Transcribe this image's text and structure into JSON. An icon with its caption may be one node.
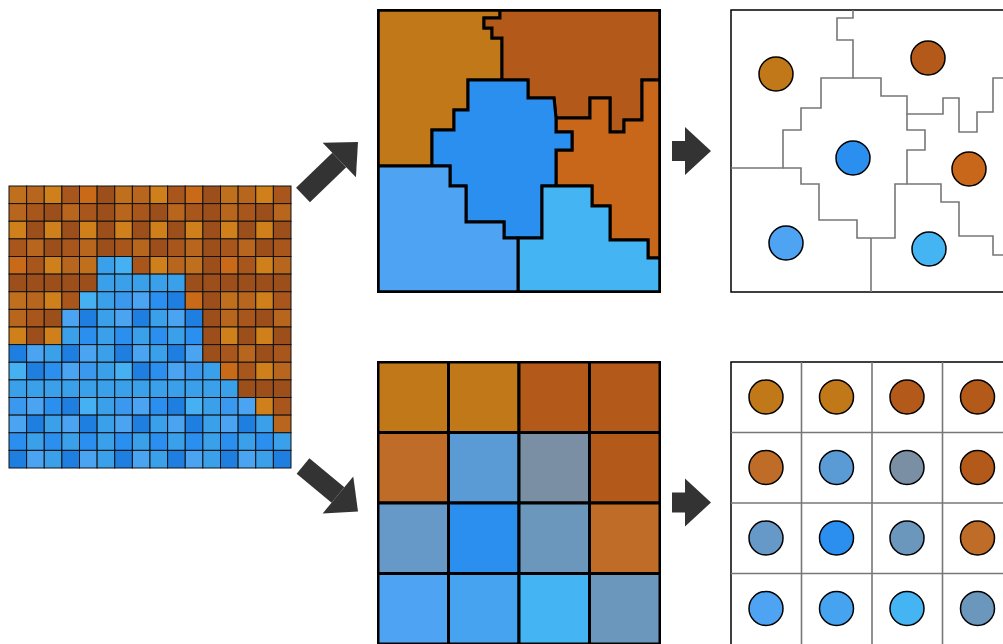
{
  "diagram": {
    "nodes": [
      {
        "text": [],
        "shape": "picture"
      },
      {
        "text": [],
        "shape": "picture"
      },
      {
        "text": [],
        "shape": "picture"
      },
      {
        "text": [],
        "shape": "picture"
      },
      {
        "text": [],
        "shape": "picture"
      }
    ],
    "edges": [
      {
        "from": 0,
        "to": 1,
        "arrow": "to"
      },
      {
        "from": 1,
        "to": 2,
        "arrow": "to"
      },
      {
        "from": 0,
        "to": 3,
        "arrow": "to"
      },
      {
        "from": 3,
        "to": 4,
        "arrow": "to"
      }
    ]
  }
}
